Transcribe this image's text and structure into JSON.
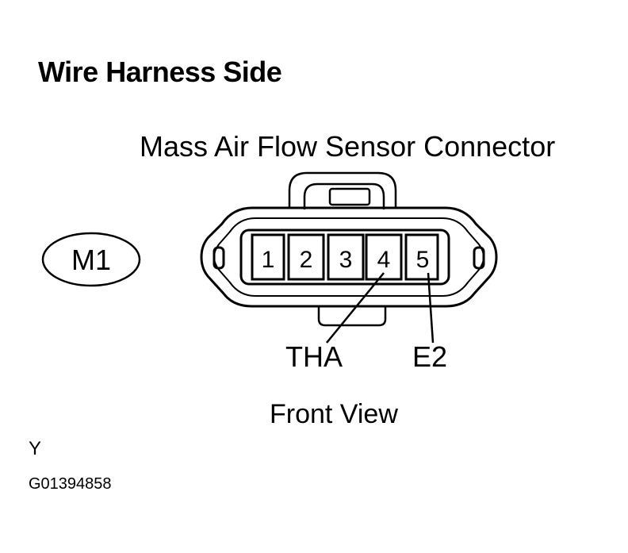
{
  "heading": "Wire Harness Side",
  "connector": {
    "title": "Mass Air Flow Sensor Connector",
    "code": "M1",
    "pins": [
      "1",
      "2",
      "3",
      "4",
      "5"
    ],
    "callouts": [
      {
        "pin": "4",
        "label": "THA"
      },
      {
        "pin": "5",
        "label": "E2"
      }
    ]
  },
  "view_label": "Front View",
  "footer": {
    "letter": "Y",
    "figure_id": "G01394858"
  }
}
